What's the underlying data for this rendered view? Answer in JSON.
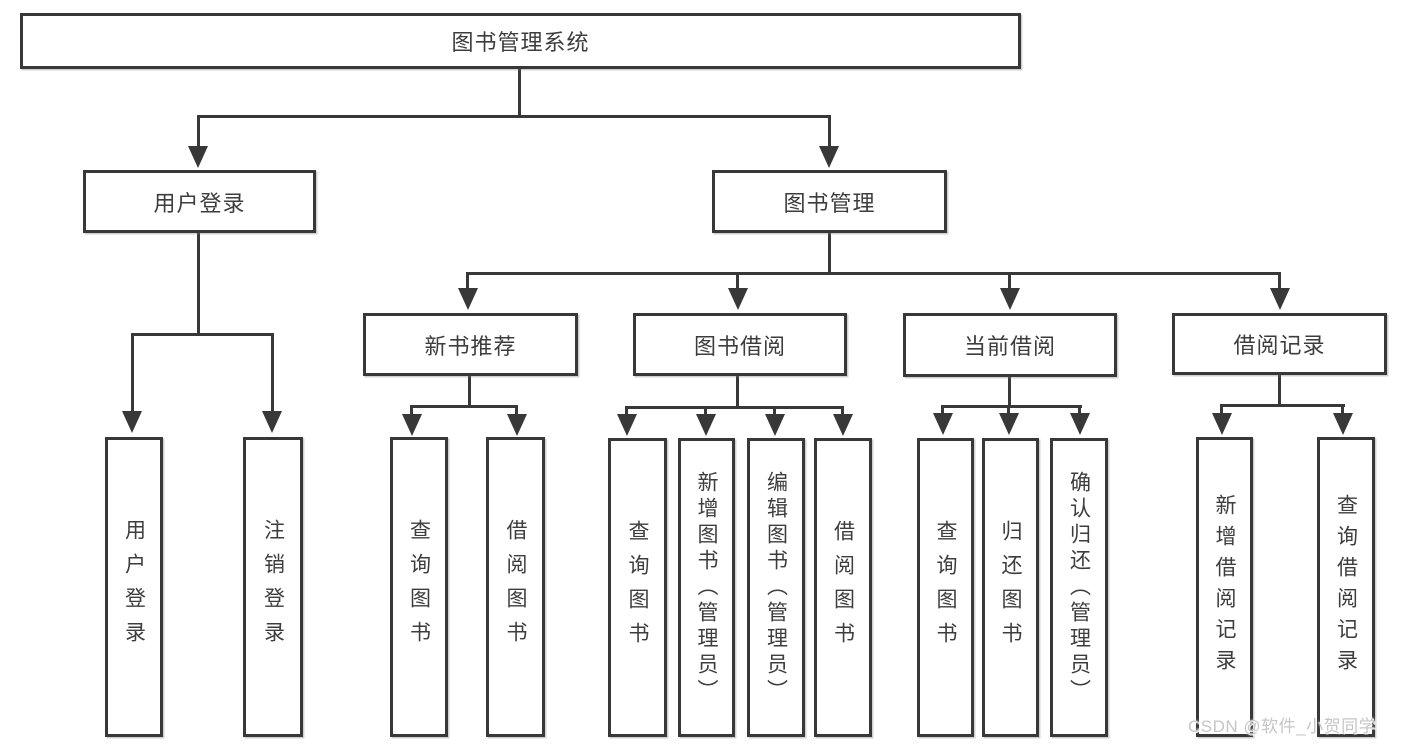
{
  "diagram": {
    "root": {
      "label": "图书管理系统"
    },
    "branches": [
      {
        "label": "用户登录",
        "children": [
          {
            "label": "用户登录"
          },
          {
            "label": "注销登录"
          }
        ]
      },
      {
        "label": "图书管理",
        "children": [
          {
            "label": "新书推荐",
            "children": [
              {
                "label": "查询图书"
              },
              {
                "label": "借阅图书"
              }
            ]
          },
          {
            "label": "图书借阅",
            "children": [
              {
                "label": "查询图书"
              },
              {
                "label": "新增图书（管理员）"
              },
              {
                "label": "编辑图书（管理员）"
              },
              {
                "label": "借阅图书"
              }
            ]
          },
          {
            "label": "当前借阅",
            "children": [
              {
                "label": "查询图书"
              },
              {
                "label": "归还图书"
              },
              {
                "label": "确认归还（管理员）"
              }
            ]
          },
          {
            "label": "借阅记录",
            "children": [
              {
                "label": "新增借阅记录"
              },
              {
                "label": "查询借阅记录"
              }
            ]
          }
        ]
      }
    ]
  },
  "watermark": {
    "text": "CSDN @软件_小贺同学"
  },
  "colors": {
    "line": "#383838",
    "text": "#3d3d3d",
    "watermark": "#c6c6c6",
    "background": "#ffffff"
  }
}
